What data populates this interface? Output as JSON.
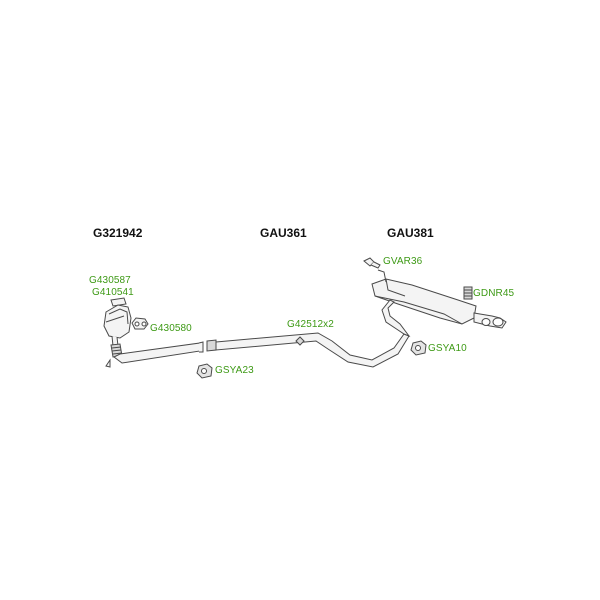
{
  "colors": {
    "part_label": "#3e9a16",
    "section_label": "#111111",
    "line_art": "#4a4a4a",
    "fill_light": "#f4f4f4",
    "fill_shade": "#d8d8d8"
  },
  "sections": [
    {
      "code": "G321942"
    },
    {
      "code": "GAU361"
    },
    {
      "code": "GAU381"
    }
  ],
  "parts": {
    "catalyst_a": "G430587",
    "catalyst_b": "G410541",
    "gasket_front": "G430580",
    "clamp_front": "G42512x2",
    "hanger_front": "GSYA23",
    "rear_bracket": "GVAR36",
    "rear_tip": "GDNR45",
    "hanger_rear": "GSYA10"
  }
}
